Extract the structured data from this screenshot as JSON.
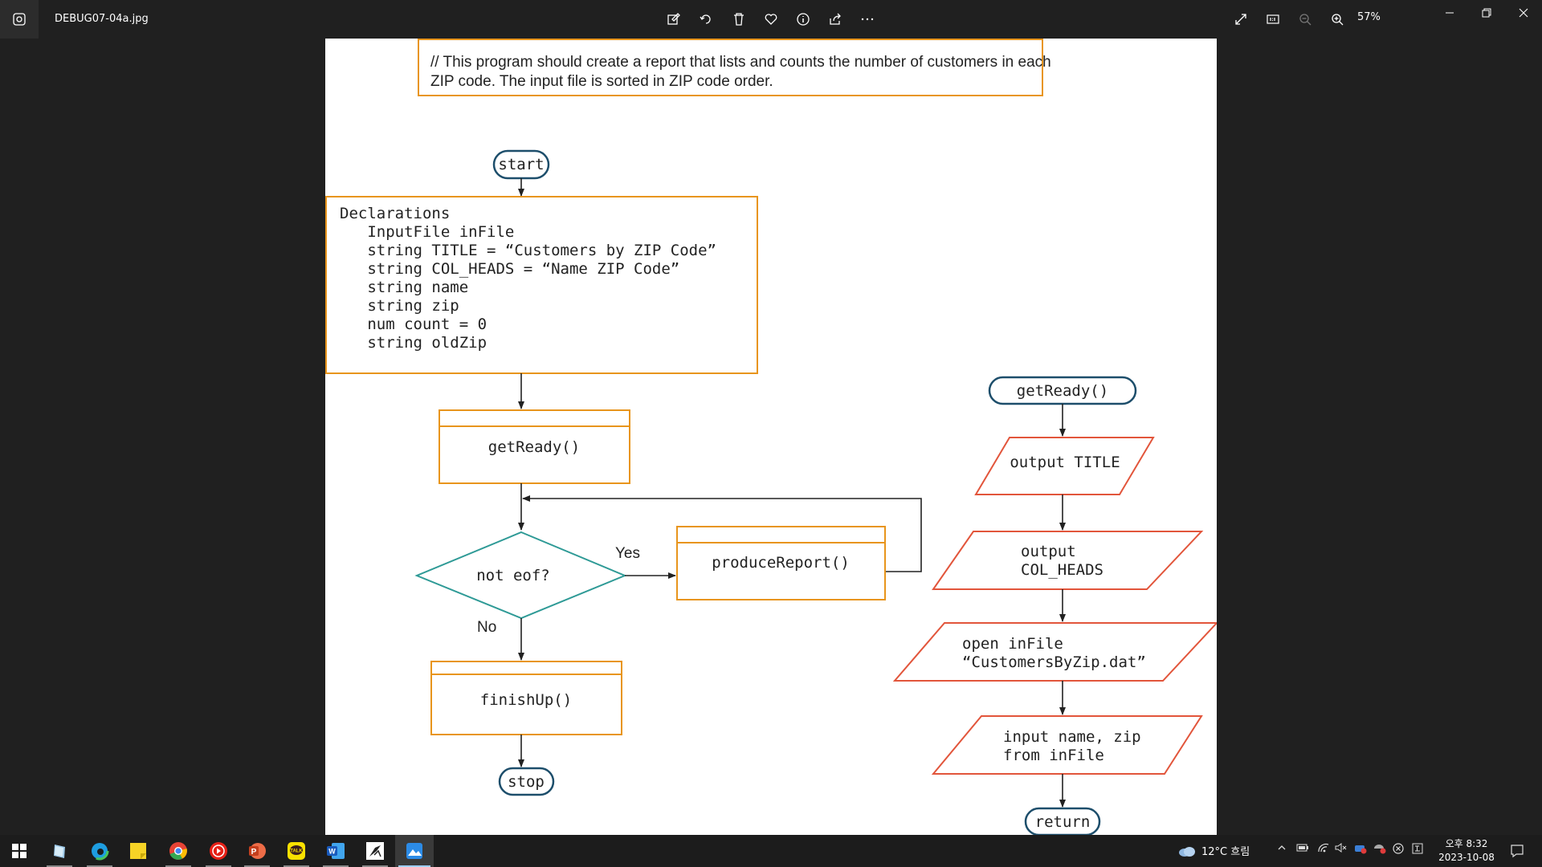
{
  "window": {
    "filename": "DEBUG07-04a.jpg",
    "zoom": "57%"
  },
  "toolbar": {
    "icons": [
      "edit-image-icon",
      "rotate-icon",
      "delete-icon",
      "favorite-icon",
      "info-icon",
      "share-icon",
      "more-icon"
    ],
    "right_icons": [
      "fullscreen-icon",
      "actual-size-icon",
      "zoom-out-icon",
      "zoom-in-icon"
    ]
  },
  "flowchart": {
    "comment": [
      "// This program should create a report that lists and counts the number of customers in each",
      "ZIP code. The input file is sorted in ZIP code order."
    ],
    "start": "start",
    "declarations": [
      "Declarations",
      "   InputFile inFile",
      "   string TITLE = “Customers by ZIP Code”",
      "   string COL_HEADS = “Name ZIP Code”",
      "   string name",
      "   string zip",
      "   num count = 0",
      "   string oldZip"
    ],
    "get_ready_call": "getReady()",
    "decision": "not eof?",
    "yes_label": "Yes",
    "no_label": "No",
    "produce_report_call": "produceReport()",
    "finish_up_call": "finishUp()",
    "stop": "stop",
    "module_header": "getReady()",
    "output_title": "output TITLE",
    "output_col_heads": [
      "output",
      "COL_HEADS"
    ],
    "open_file": [
      "open inFile",
      "“CustomersByZip.dat”"
    ],
    "input_record": [
      "input name, zip",
      "from inFile"
    ],
    "return": "return"
  },
  "colors": {
    "terminal_stroke": "#1d4e6b",
    "process_stroke": "#e8951c",
    "decision_stroke": "#2e9a96",
    "io_stroke": "#e2553b"
  },
  "taskbar": {
    "apps": [
      "start-icon",
      "file-explorer-icon",
      "edge-icon",
      "sticky-notes-icon",
      "chrome-icon",
      "youtube-icon",
      "powerpoint-icon",
      "kakaotalk-icon",
      "word-icon",
      "paint-icon",
      "photos-icon"
    ],
    "weather": "12°C 흐림",
    "time": "오후 8:32",
    "date": "2023-10-08"
  }
}
